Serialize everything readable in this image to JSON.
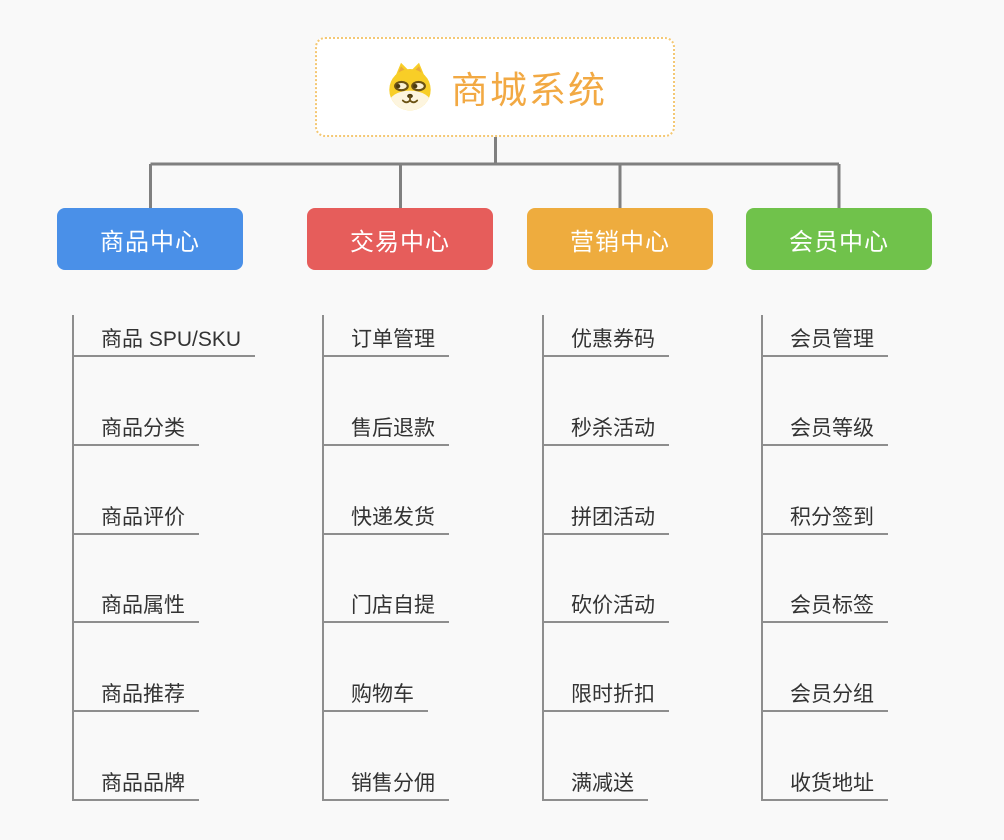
{
  "root": {
    "title": "商城系统",
    "icon": "doge-face-icon"
  },
  "branches": [
    {
      "label": "商品中心",
      "color": "#4A90E8",
      "children": [
        "商品 SPU/SKU",
        "商品分类",
        "商品评价",
        "商品属性",
        "商品推荐",
        "商品品牌"
      ]
    },
    {
      "label": "交易中心",
      "color": "#E65D5B",
      "children": [
        "订单管理",
        "售后退款",
        "快递发货",
        "门店自提",
        "购物车",
        "销售分佣"
      ]
    },
    {
      "label": "营销中心",
      "color": "#EEAC3E",
      "children": [
        "优惠券码",
        "秒杀活动",
        "拼团活动",
        "砍价活动",
        "限时折扣",
        "满减送"
      ]
    },
    {
      "label": "会员中心",
      "color": "#70C24B",
      "children": [
        "会员管理",
        "会员等级",
        "积分签到",
        "会员标签",
        "会员分组",
        "收货地址"
      ]
    }
  ],
  "colors": {
    "root_accent": "#F2A943",
    "root_border": "#F4C874",
    "connector": "#808080",
    "leaf_line": "#8E8E8E",
    "leaf_text": "#333333",
    "branch_text": "#FFFFFF",
    "background": "#F9F9F9"
  }
}
